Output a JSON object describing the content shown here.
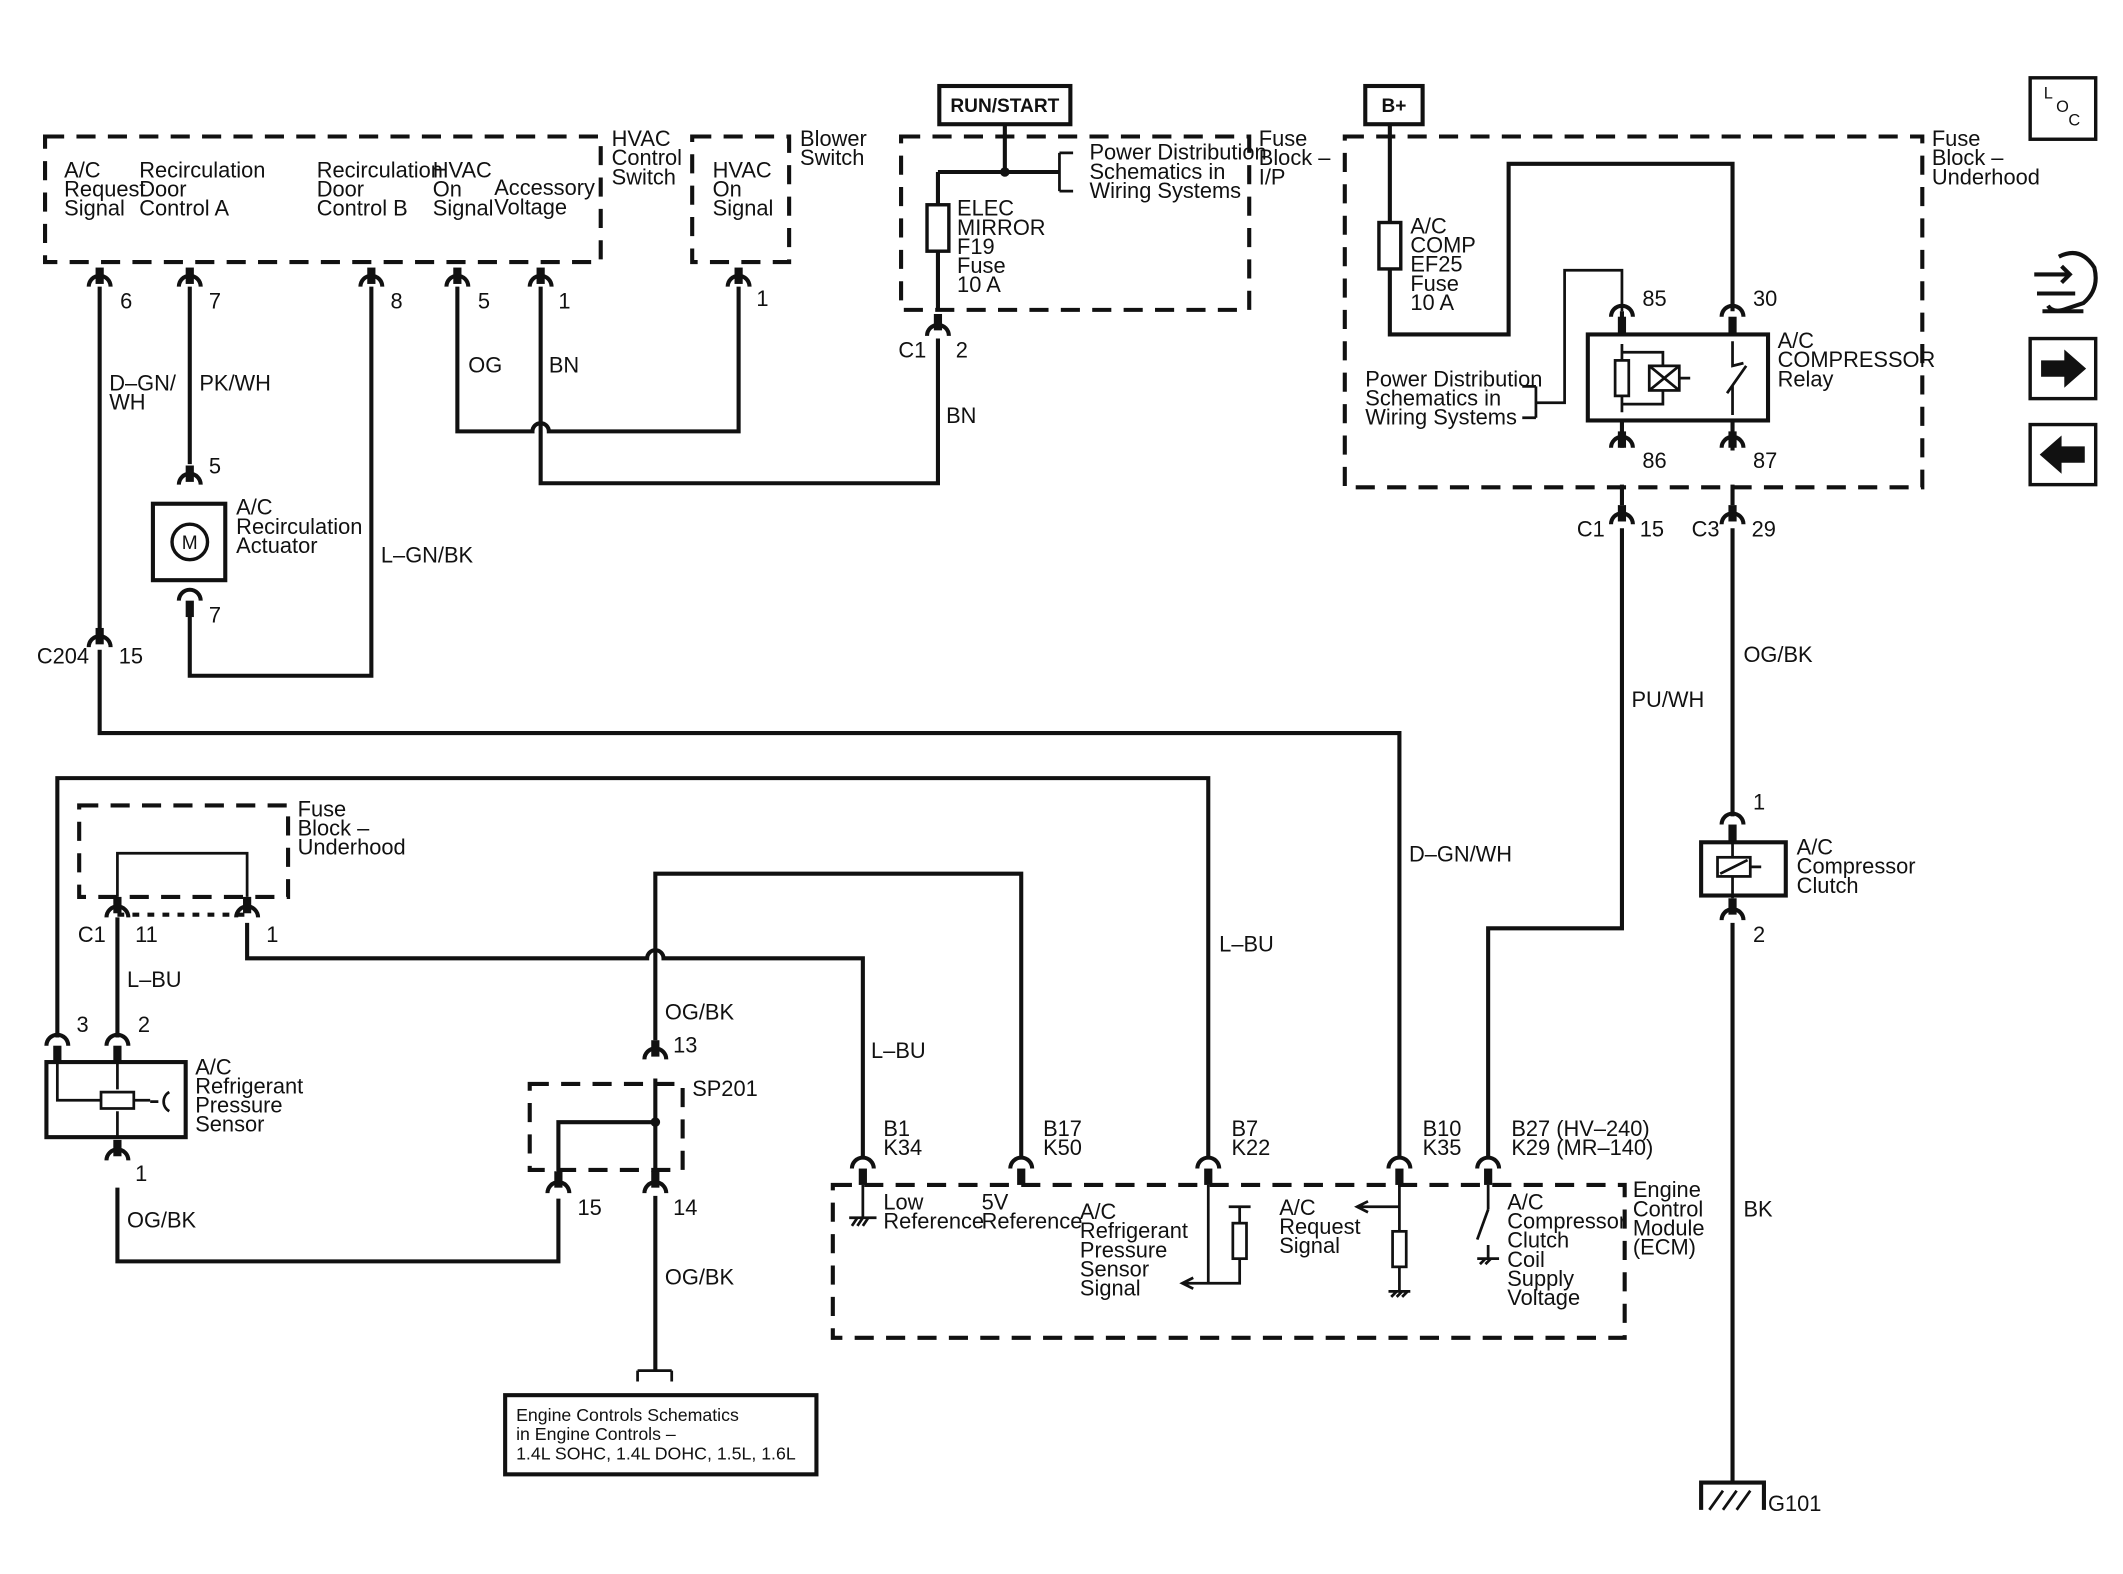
{
  "components": {
    "hvac_control_switch": "HVAC\nControl\nSwitch",
    "blower_switch": "Blower\nSwitch",
    "run_start": "RUN/START",
    "b_plus": "B+",
    "fuse_block_ip": "Fuse\nBlock –\nI/P",
    "fuse_block_underhood_top": "Fuse\nBlock –\nUnderhood",
    "fuse_block_underhood_left": "Fuse\nBlock –\nUnderhood",
    "elec_mirror_fuse": "ELEC\nMIRROR\nF19\nFuse\n10 A",
    "ac_comp_fuse": "A/C\nCOMP\nEF25\nFuse\n10 A",
    "power_distribution_ip": "Power Distribution\nSchematics in\nWiring Systems",
    "power_distribution_relay": "Power Distribution\nSchematics in\nWiring Systems",
    "ac_compressor_relay": "A/C\nCOMPRESSOR\nRelay",
    "ac_recirculation_actuator": "A/C\nRecirculation\nActuator",
    "motor_symbol": "M",
    "ac_refrigerant_pressure_sensor": "A/C\nRefrigerant\nPressure\nSensor",
    "sp201": "SP201",
    "ac_compressor_clutch": "A/C\nCompressor\nClutch",
    "ecm": "Engine\nControl\nModule\n(ECM)",
    "engine_controls_ref": "Engine Controls Schematics\nin Engine Controls –\n1.4L SOHC, 1.4L DOHC, 1.5L, 1.6L",
    "g101": "G101",
    "loc": "L\nO\nC"
  },
  "hvac_signals": {
    "ac_request": "A/C\nRequest\nSignal",
    "recirc_a": "Recirculation\nDoor\nControl A",
    "recirc_b": "Recirculation\nDoor\nControl B",
    "hvac_on": "HVAC\nOn\nSignal",
    "accessory": "Accessory\nVoltage",
    "blower_hvac_on": "HVAC\nOn\nSignal"
  },
  "ecm_signals": {
    "low_ref": "Low\nReference",
    "five_v_ref": "5V\nReference",
    "pressure_signal": "A/C\nRefrigerant\nPressure\nSensor\nSignal",
    "request_signal": "A/C\nRequest\nSignal",
    "clutch_supply": "A/C\nCompressor\nClutch\nCoil\nSupply\nVoltage"
  },
  "ecm_pins": {
    "b1": "B1\nK34",
    "b17": "B17\nK50",
    "b7": "B7\nK22",
    "b10": "B10\nK35",
    "b27": "B27 (HV–240)\nK29 (MR–140)"
  },
  "pins": {
    "hvac_6": "6",
    "hvac_7": "7",
    "hvac_8": "8",
    "hvac_5": "5",
    "hvac_1": "1",
    "blower_1": "1",
    "fuse_ip_2": "2",
    "relay_85": "85",
    "relay_30": "30",
    "relay_86": "86",
    "relay_87": "87",
    "relay_c1_15": "15",
    "relay_c3_29": "29",
    "act_5": "5",
    "act_7": "7",
    "c204_15": "15",
    "fb_11": "11",
    "fb_1": "1",
    "sensor_3": "3",
    "sensor_2": "2",
    "sensor_1": "1",
    "sp201_13": "13",
    "sp201_15": "15",
    "sp201_14": "14",
    "clutch_1": "1",
    "clutch_2": "2"
  },
  "connectors": {
    "c1_ip": "C1",
    "c1_relay": "C1",
    "c3_relay": "C3",
    "c204": "C204",
    "c1_underhood": "C1"
  },
  "wires": {
    "dgn_wh_top": "D–GN/\nWH",
    "pk_wh": "PK/WH",
    "og": "OG",
    "bn_top": "BN",
    "bn_right": "BN",
    "lgn_bk": "L–GN/BK",
    "pu_wh": "PU/WH",
    "og_bk_clutch": "OG/BK",
    "dgn_wh_mid": "D–GN/WH",
    "lbu_mid": "L–BU",
    "lbu_left": "L–BU",
    "lbu_b1": "L–BU",
    "og_bk_upper": "OG/BK",
    "og_bk_lower": "OG/BK",
    "og_bk_left": "OG/BK",
    "bk": "BK"
  },
  "nav": {
    "symbols_icon": "wiring-symbols-icon",
    "next_icon": "arrow-right-icon",
    "prev_icon": "arrow-left-icon"
  }
}
